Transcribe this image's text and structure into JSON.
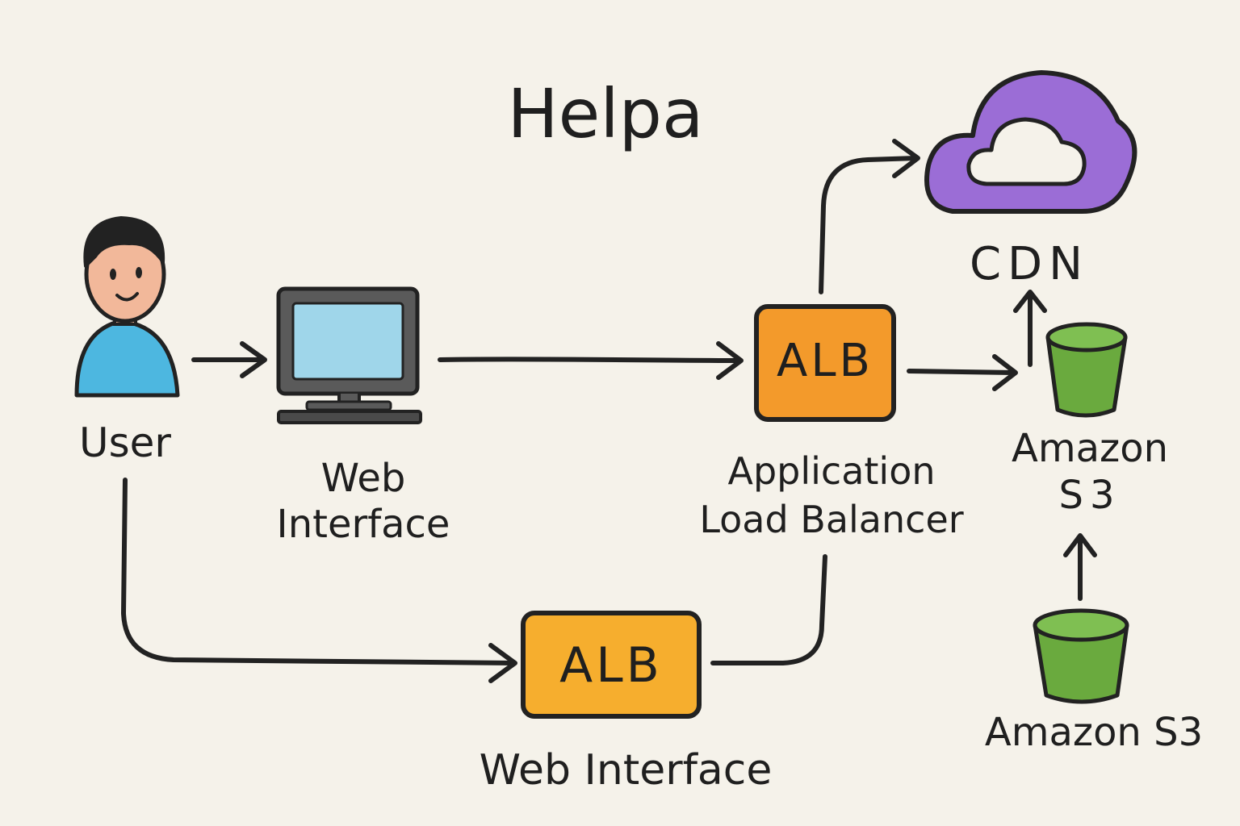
{
  "title": "Helpa",
  "colors": {
    "paper": "#f5f2ea",
    "ink": "#222222",
    "alb_orange": "#f39a2b",
    "alb_light_orange": "#f6ae2e",
    "s3_green": "#6aaa3e",
    "cdn_purple": "#9b6dd6",
    "monitor_blue": "#9fd6ea",
    "user_shirt": "#4db7e0",
    "user_skin": "#f2b89a"
  },
  "nodes": {
    "user": {
      "label": "User",
      "icon": "person-icon"
    },
    "web_interface": {
      "label_line1": "Web",
      "label_line2": "Interface",
      "icon": "computer-monitor-icon"
    },
    "alb_main": {
      "box_text": "ALB",
      "label_line1": "Application",
      "label_line2": "Load Balancer"
    },
    "cdn": {
      "label": "CDN",
      "icon": "cloud-icon"
    },
    "s3_top": {
      "label_line1": "Amazon",
      "label_line2": "S3",
      "icon": "bucket-icon"
    },
    "s3_bottom": {
      "label": "Amazon S3",
      "icon": "bucket-icon"
    },
    "alb_bottom": {
      "box_text": "ALB",
      "label": "Web Interface"
    }
  },
  "edges": [
    {
      "from": "user",
      "to": "web_interface"
    },
    {
      "from": "web_interface",
      "to": "alb_main"
    },
    {
      "from": "alb_main",
      "to": "cdn"
    },
    {
      "from": "alb_main",
      "to": "s3_top"
    },
    {
      "from": "s3_top",
      "to": "cdn"
    },
    {
      "from": "s3_bottom",
      "to": "s3_top"
    },
    {
      "from": "user",
      "to": "alb_bottom"
    },
    {
      "from": "alb_bottom",
      "to": "alb_main"
    }
  ]
}
